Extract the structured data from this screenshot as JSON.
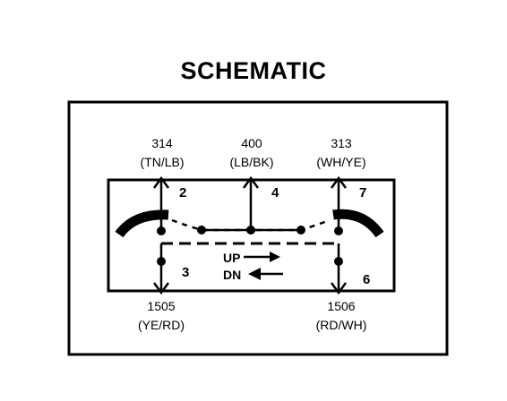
{
  "title": "SCHEMATIC",
  "terminals": {
    "t314": {
      "circuit": "314",
      "color": "(TN/LB)",
      "pin": "2"
    },
    "t400": {
      "circuit": "400",
      "color": "(LB/BK)",
      "pin": "4"
    },
    "t313": {
      "circuit": "313",
      "color": "(WH/YE)",
      "pin": "7"
    },
    "t1505": {
      "circuit": "1505",
      "color": "(YE/RD)",
      "pin": "3"
    },
    "t1506": {
      "circuit": "1506",
      "color": "(RD/WH)",
      "pin": "6"
    }
  },
  "direction": {
    "up": "UP",
    "dn": "DN"
  }
}
